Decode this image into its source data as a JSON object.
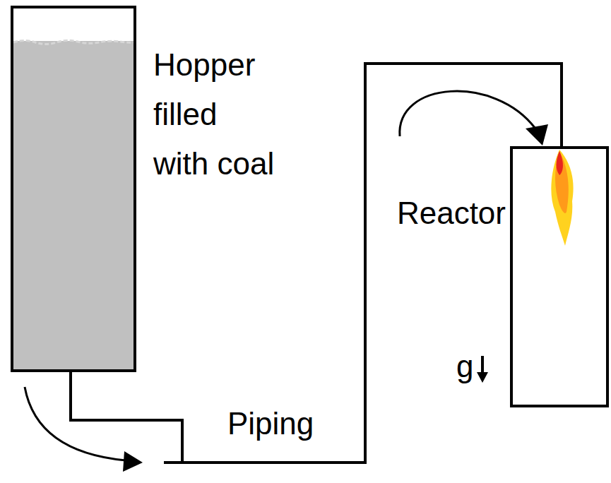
{
  "diagram": {
    "nodes": [
      {
        "text": [
          "Hopper filled with coal"
        ]
      },
      {
        "text": [
          "Reactor"
        ]
      }
    ],
    "edges": [
      {
        "from": 0,
        "to": 1,
        "arrow": "none"
      }
    ],
    "labels": [
      "Piping",
      "g"
    ]
  }
}
